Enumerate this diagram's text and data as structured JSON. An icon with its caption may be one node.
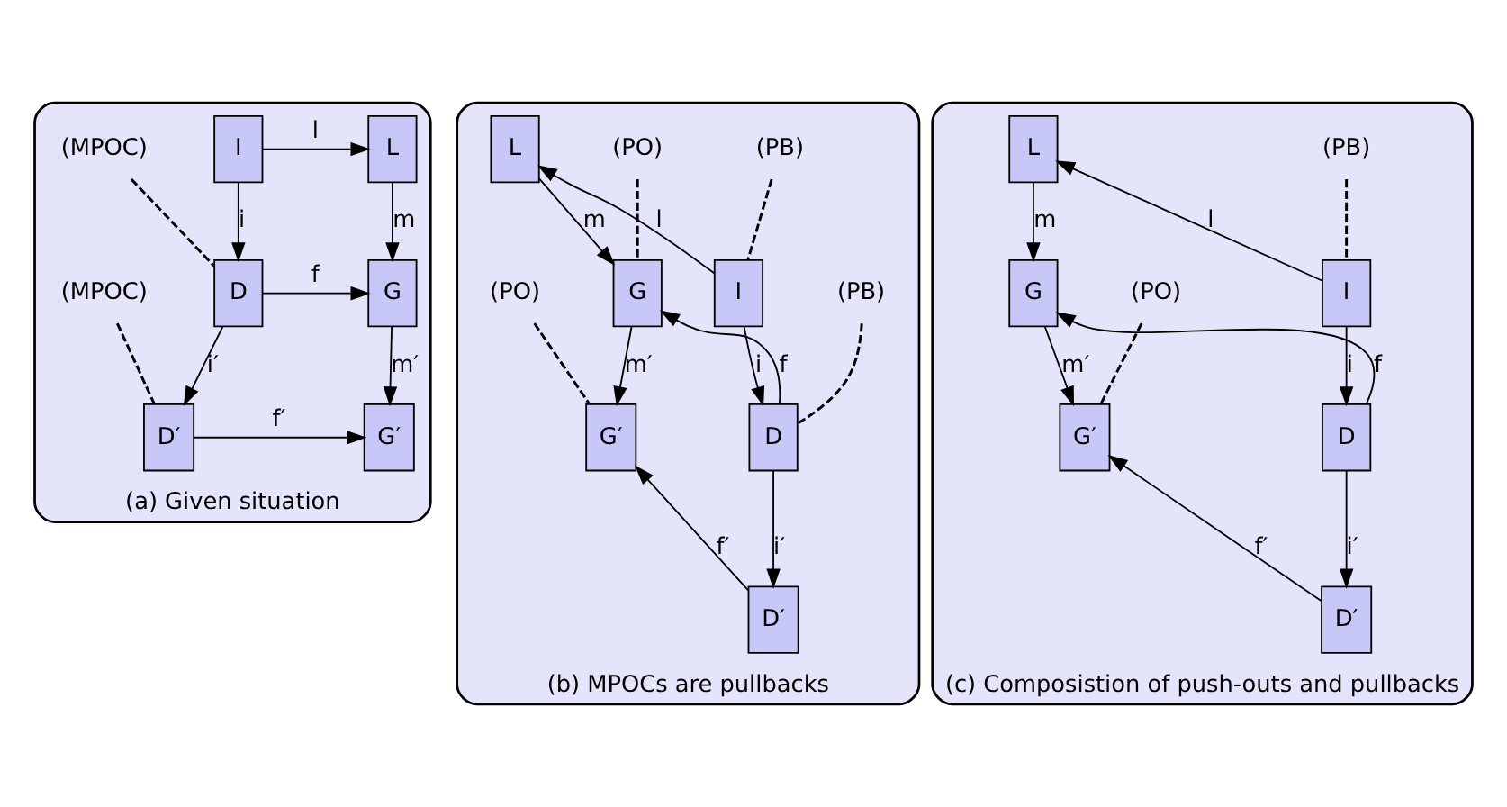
{
  "diagram": {
    "nodes": [
      {
        "text": [
          "(a) Given situation"
        ]
      },
      {
        "text": [
          "L"
        ],
        "in": 0
      },
      {
        "text": [
          "I"
        ],
        "in": 0
      },
      {
        "text": [
          "G"
        ],
        "in": 0
      },
      {
        "text": [
          "D"
        ],
        "in": 0
      },
      {
        "text": [
          "G′"
        ],
        "in": 0
      },
      {
        "text": [
          "D′"
        ],
        "in": 0
      },
      {
        "text": [
          "(MPOC)"
        ],
        "in": 0
      },
      {
        "text": [
          "(MPOC)"
        ],
        "in": 0
      },
      {
        "text": [
          "(b) MPOCs are pullbacks"
        ]
      },
      {
        "text": [
          "L"
        ],
        "in": 9
      },
      {
        "text": [
          "I"
        ],
        "in": 9
      },
      {
        "text": [
          "G"
        ],
        "in": 9
      },
      {
        "text": [
          "D"
        ],
        "in": 9
      },
      {
        "text": [
          "G′"
        ],
        "in": 9
      },
      {
        "text": [
          "D′"
        ],
        "in": 9
      },
      {
        "text": [
          "(PB)"
        ],
        "in": 9
      },
      {
        "text": [
          "(PO)"
        ],
        "in": 9
      },
      {
        "text": [
          "(PB)"
        ],
        "in": 9
      },
      {
        "text": [
          "(PO)"
        ],
        "in": 9
      },
      {
        "text": [
          "(c) Composistion of push-outs and pullbacks"
        ]
      },
      {
        "text": [
          "L"
        ],
        "in": 20
      },
      {
        "text": [
          "I"
        ],
        "in": 20
      },
      {
        "text": [
          "G"
        ],
        "in": 20
      },
      {
        "text": [
          "D"
        ],
        "in": 20
      },
      {
        "text": [
          "G′"
        ],
        "in": 20
      },
      {
        "text": [
          "D′"
        ],
        "in": 20
      },
      {
        "text": [
          "(PB)"
        ],
        "in": 20
      },
      {
        "text": [
          "(PO)"
        ],
        "in": 20
      }
    ],
    "edges": [
      {
        "from": 2,
        "to": 1,
        "arrow": "to",
        "label": "l"
      },
      {
        "from": 1,
        "to": 3,
        "arrow": "to",
        "label": "m"
      },
      {
        "from": 2,
        "to": 4,
        "arrow": "to",
        "label": "i"
      },
      {
        "from": 4,
        "to": 3,
        "arrow": "to",
        "label": "f"
      },
      {
        "from": 3,
        "to": 5,
        "arrow": "to",
        "label": "m′"
      },
      {
        "from": 4,
        "to": 6,
        "arrow": "to",
        "label": "i′"
      },
      {
        "from": 6,
        "to": 5,
        "arrow": "to",
        "label": "f′"
      },
      {
        "from": 7,
        "to": 4,
        "arrow": "none",
        "style": "dashed"
      },
      {
        "from": 8,
        "to": 6,
        "arrow": "none",
        "style": "dashed"
      },
      {
        "from": 11,
        "to": 10,
        "arrow": "to",
        "label": "l"
      },
      {
        "from": 10,
        "to": 12,
        "arrow": "to",
        "label": "m"
      },
      {
        "from": 11,
        "to": 13,
        "arrow": "to",
        "label": "i"
      },
      {
        "from": 13,
        "to": 12,
        "arrow": "to",
        "label": "f"
      },
      {
        "from": 12,
        "to": 14,
        "arrow": "to",
        "label": "m′"
      },
      {
        "from": 13,
        "to": 15,
        "arrow": "to",
        "label": "i′"
      },
      {
        "from": 15,
        "to": 14,
        "arrow": "to",
        "label": "f′"
      },
      {
        "from": 16,
        "to": 11,
        "arrow": "none",
        "style": "dashed"
      },
      {
        "from": 17,
        "to": 12,
        "arrow": "none",
        "style": "dashed"
      },
      {
        "from": 18,
        "to": 13,
        "arrow": "none",
        "style": "dashed"
      },
      {
        "from": 19,
        "to": 14,
        "arrow": "none",
        "style": "dashed"
      },
      {
        "from": 22,
        "to": 21,
        "arrow": "to",
        "label": "l"
      },
      {
        "from": 21,
        "to": 23,
        "arrow": "to",
        "label": "m"
      },
      {
        "from": 22,
        "to": 24,
        "arrow": "to",
        "label": "i"
      },
      {
        "from": 24,
        "to": 23,
        "arrow": "to",
        "label": "f"
      },
      {
        "from": 23,
        "to": 25,
        "arrow": "to",
        "label": "m′"
      },
      {
        "from": 24,
        "to": 26,
        "arrow": "to",
        "label": "i′"
      },
      {
        "from": 26,
        "to": 25,
        "arrow": "to",
        "label": "f′"
      },
      {
        "from": 27,
        "to": 22,
        "arrow": "none",
        "style": "dashed"
      },
      {
        "from": 28,
        "to": 25,
        "arrow": "none",
        "style": "dashed"
      }
    ]
  }
}
